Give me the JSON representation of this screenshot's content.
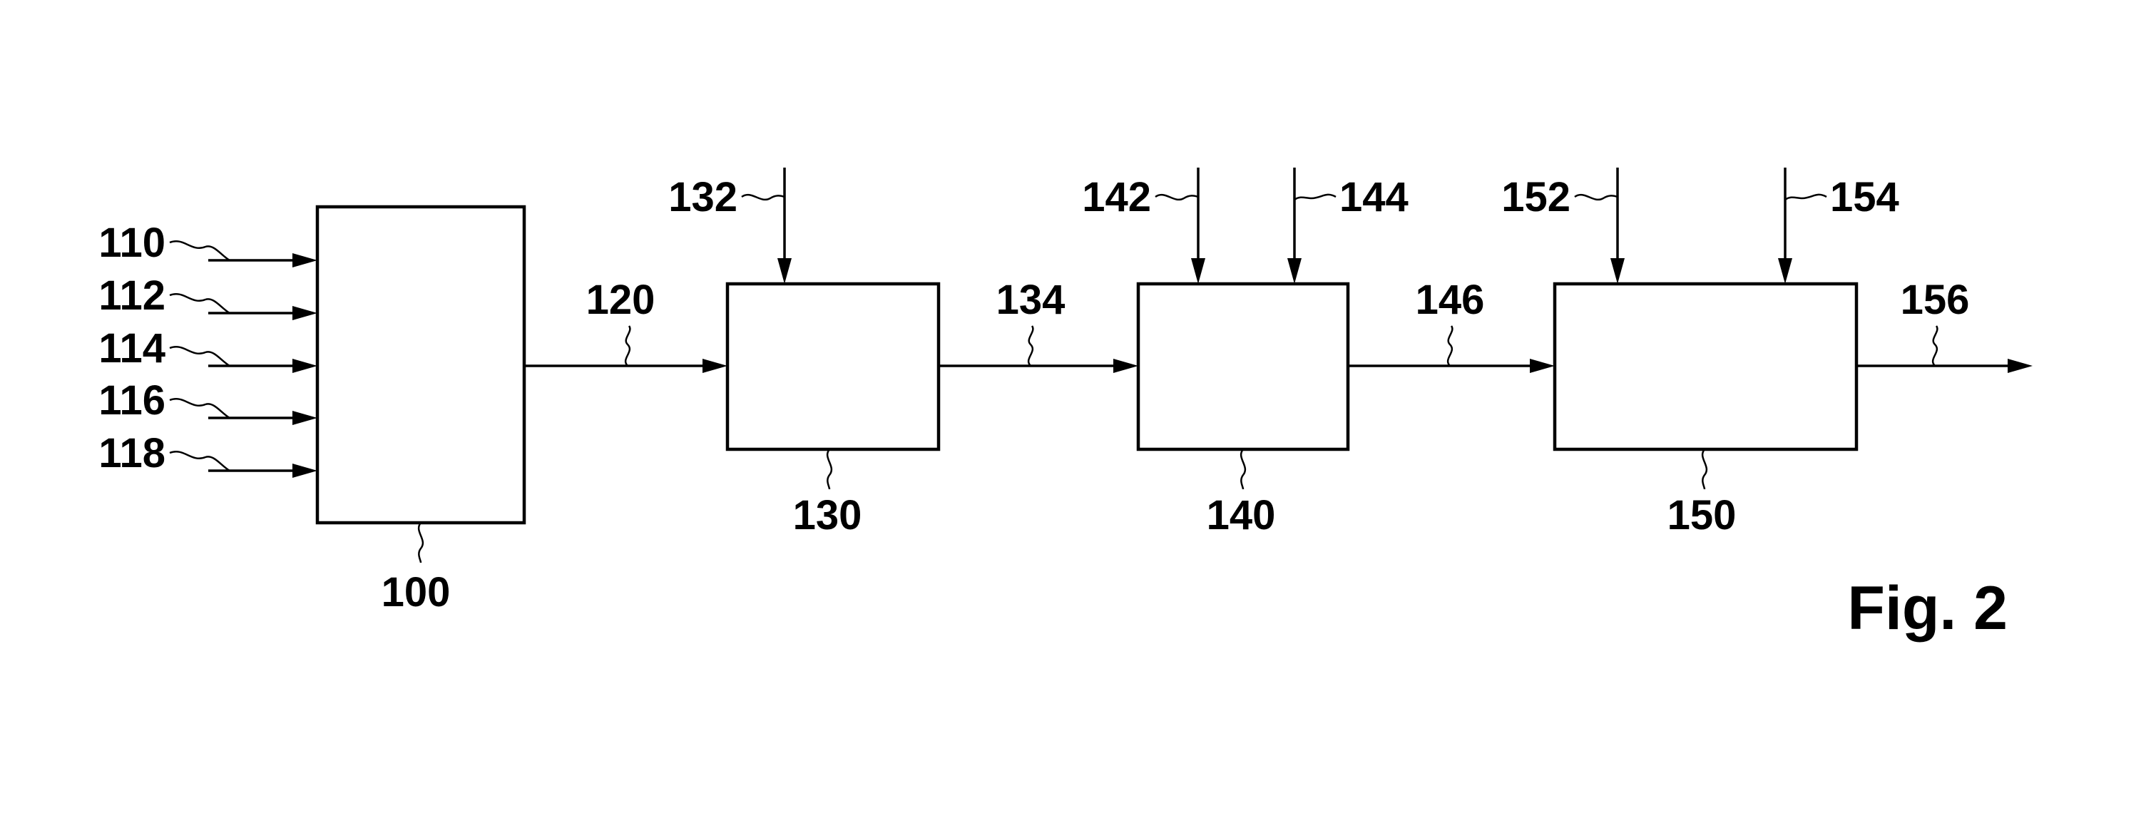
{
  "figure": {
    "title": "Fig. 2"
  },
  "blocks": [
    {
      "id": "100",
      "label": "100"
    },
    {
      "id": "130",
      "label": "130"
    },
    {
      "id": "140",
      "label": "140"
    },
    {
      "id": "150",
      "label": "150"
    }
  ],
  "signals": {
    "inputs_to_100": [
      "110",
      "112",
      "114",
      "116",
      "118"
    ],
    "s120": "120",
    "s132": "132",
    "s134": "134",
    "s142": "142",
    "s144": "144",
    "s146": "146",
    "s152": "152",
    "s154": "154",
    "s156": "156"
  }
}
